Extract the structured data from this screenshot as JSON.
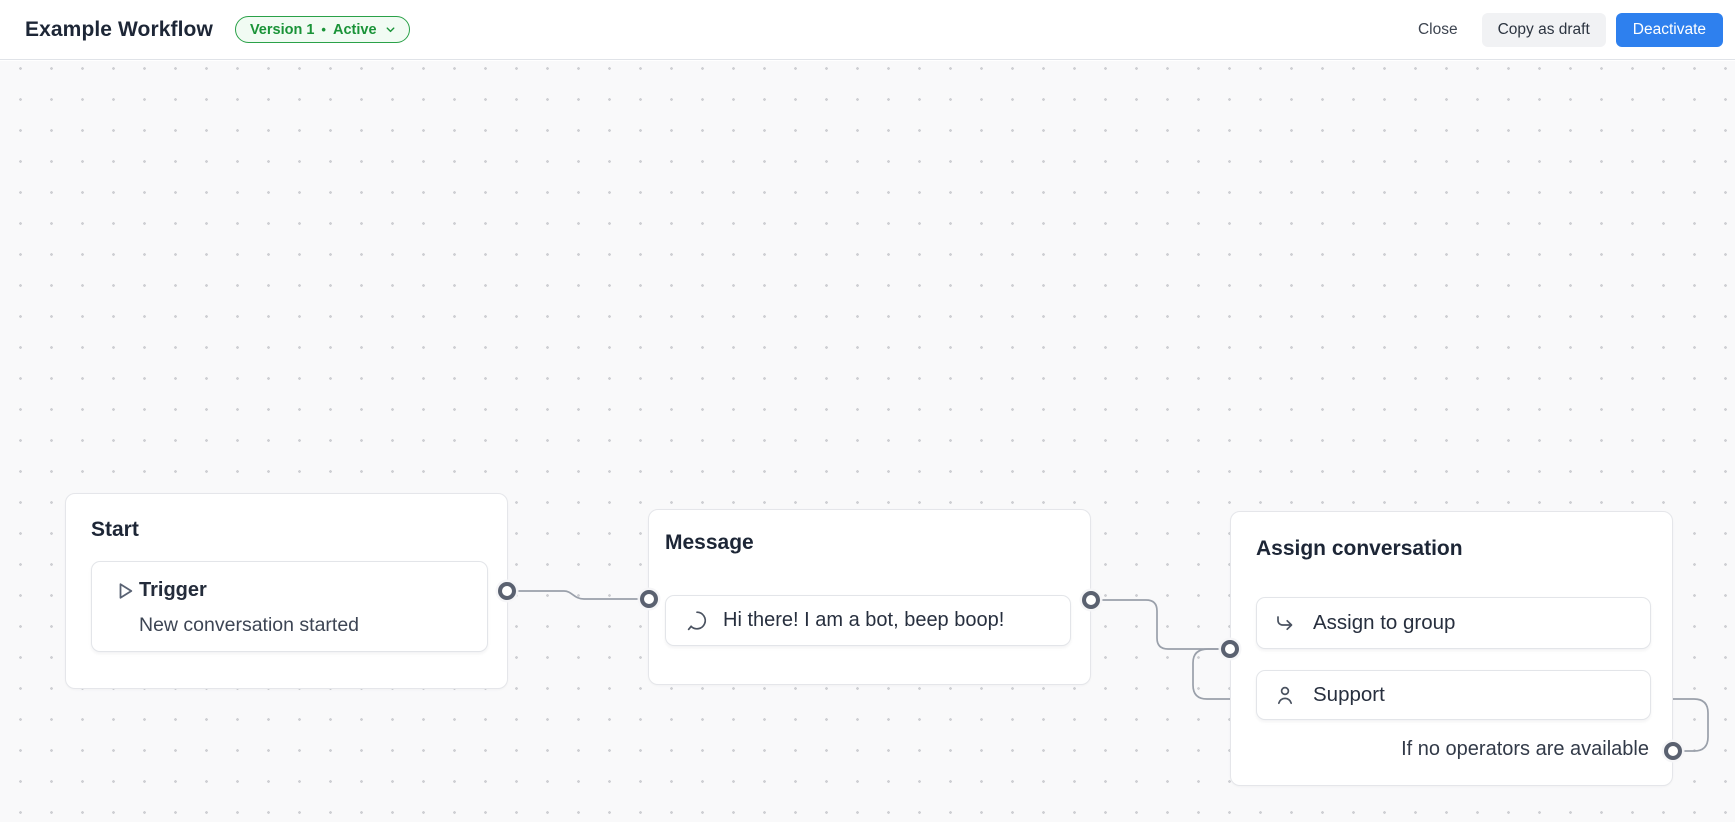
{
  "header": {
    "title": "Example Workflow",
    "version_badge": {
      "version": "Version 1",
      "separator": "•",
      "status": "Active",
      "chevron_icon": "chevron-down-icon"
    },
    "actions": {
      "close": "Close",
      "copy_as_draft": "Copy as draft",
      "deactivate": "Deactivate"
    }
  },
  "canvas": {
    "nodes": [
      {
        "id": "start",
        "title": "Start",
        "items": [
          {
            "icon": "play-icon",
            "label": "Trigger",
            "sublabel": "New conversation started"
          }
        ]
      },
      {
        "id": "message",
        "title": "Message",
        "items": [
          {
            "icon": "chat-bubble-icon",
            "label": "Hi there! I am a bot, beep boop!"
          }
        ]
      },
      {
        "id": "assign",
        "title": "Assign conversation",
        "items": [
          {
            "icon": "assign-to-group-icon",
            "label": "Assign to group"
          },
          {
            "icon": "person-icon",
            "label": "Support"
          }
        ],
        "footer": "If no operators are available"
      }
    ]
  },
  "colors": {
    "accent_blue": "#2e80ee",
    "badge_green": "#1a9338",
    "badge_green_bg": "#f1fbf3",
    "badge_green_border": "#2aa148",
    "edge_gray": "#9aa0aa",
    "port_ring": "#5a6170",
    "canvas_bg": "#f9f9fa"
  }
}
